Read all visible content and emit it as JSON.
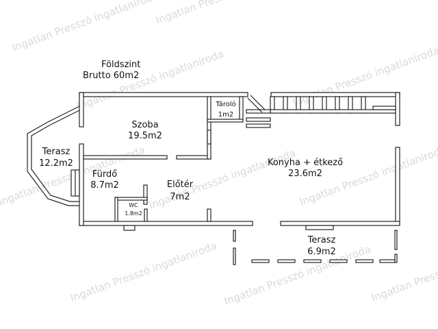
{
  "header": {
    "level": "Földszint",
    "gross_area": "Brutto 60m2"
  },
  "rooms": [
    {
      "id": "szoba",
      "name": "Szoba",
      "area": "19.5m2"
    },
    {
      "id": "tarolo",
      "name": "Tároló",
      "area": "1m2"
    },
    {
      "id": "konyha",
      "name": "Konyha + étkező",
      "area": "23.6m2"
    },
    {
      "id": "terasz-side",
      "name": "Terasz",
      "area": "12.2m2"
    },
    {
      "id": "furdo",
      "name": "Fürdő",
      "area": "8.7m2"
    },
    {
      "id": "eloter",
      "name": "Előtér",
      "area": "7m2"
    },
    {
      "id": "wc",
      "name": "WC",
      "area": "1.8m2"
    },
    {
      "id": "terasz-front",
      "name": "Terasz",
      "area": "6.9m2"
    }
  ],
  "watermark": "Ingatlan Presszó ingatlaniroda",
  "colors": {
    "wall_stroke": "#222222",
    "watermark": "#d9d9d9",
    "background": "#ffffff"
  }
}
